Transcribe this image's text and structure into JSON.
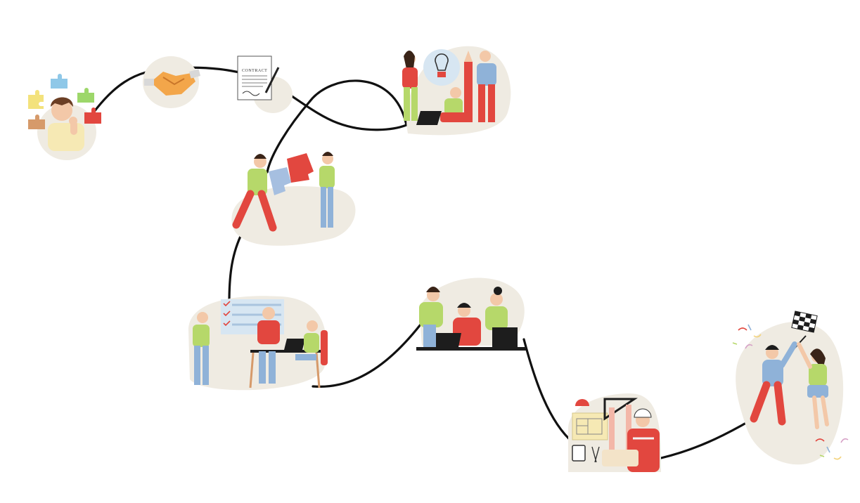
{
  "diagram": {
    "kind": "process-journey-illustration",
    "colors": {
      "path": "#111111",
      "blob": "#efebe2",
      "skin": "#f3c8a8",
      "hair": "#3a2418",
      "green": "#b6d86a",
      "red": "#e2473f",
      "blue": "#8fb2d8",
      "yellow": "#f3d37c",
      "dark": "#1d1d1d"
    },
    "stages": [
      {
        "id": "idea",
        "icon": "thinking-person-icon"
      },
      {
        "id": "agreement",
        "icon": "handshake-icon"
      },
      {
        "id": "contract",
        "icon": "contract-document-icon",
        "document_label": "CONTRACT"
      },
      {
        "id": "brainstorm",
        "icon": "lightbulb-team-icon"
      },
      {
        "id": "integration",
        "icon": "puzzle-team-icon"
      },
      {
        "id": "planning",
        "icon": "checklist-meeting-icon"
      },
      {
        "id": "collaboration",
        "icon": "team-laptop-icon"
      },
      {
        "id": "engineering",
        "icon": "engineer-blueprint-icon"
      },
      {
        "id": "success",
        "icon": "finish-flag-celebration-icon"
      }
    ]
  }
}
